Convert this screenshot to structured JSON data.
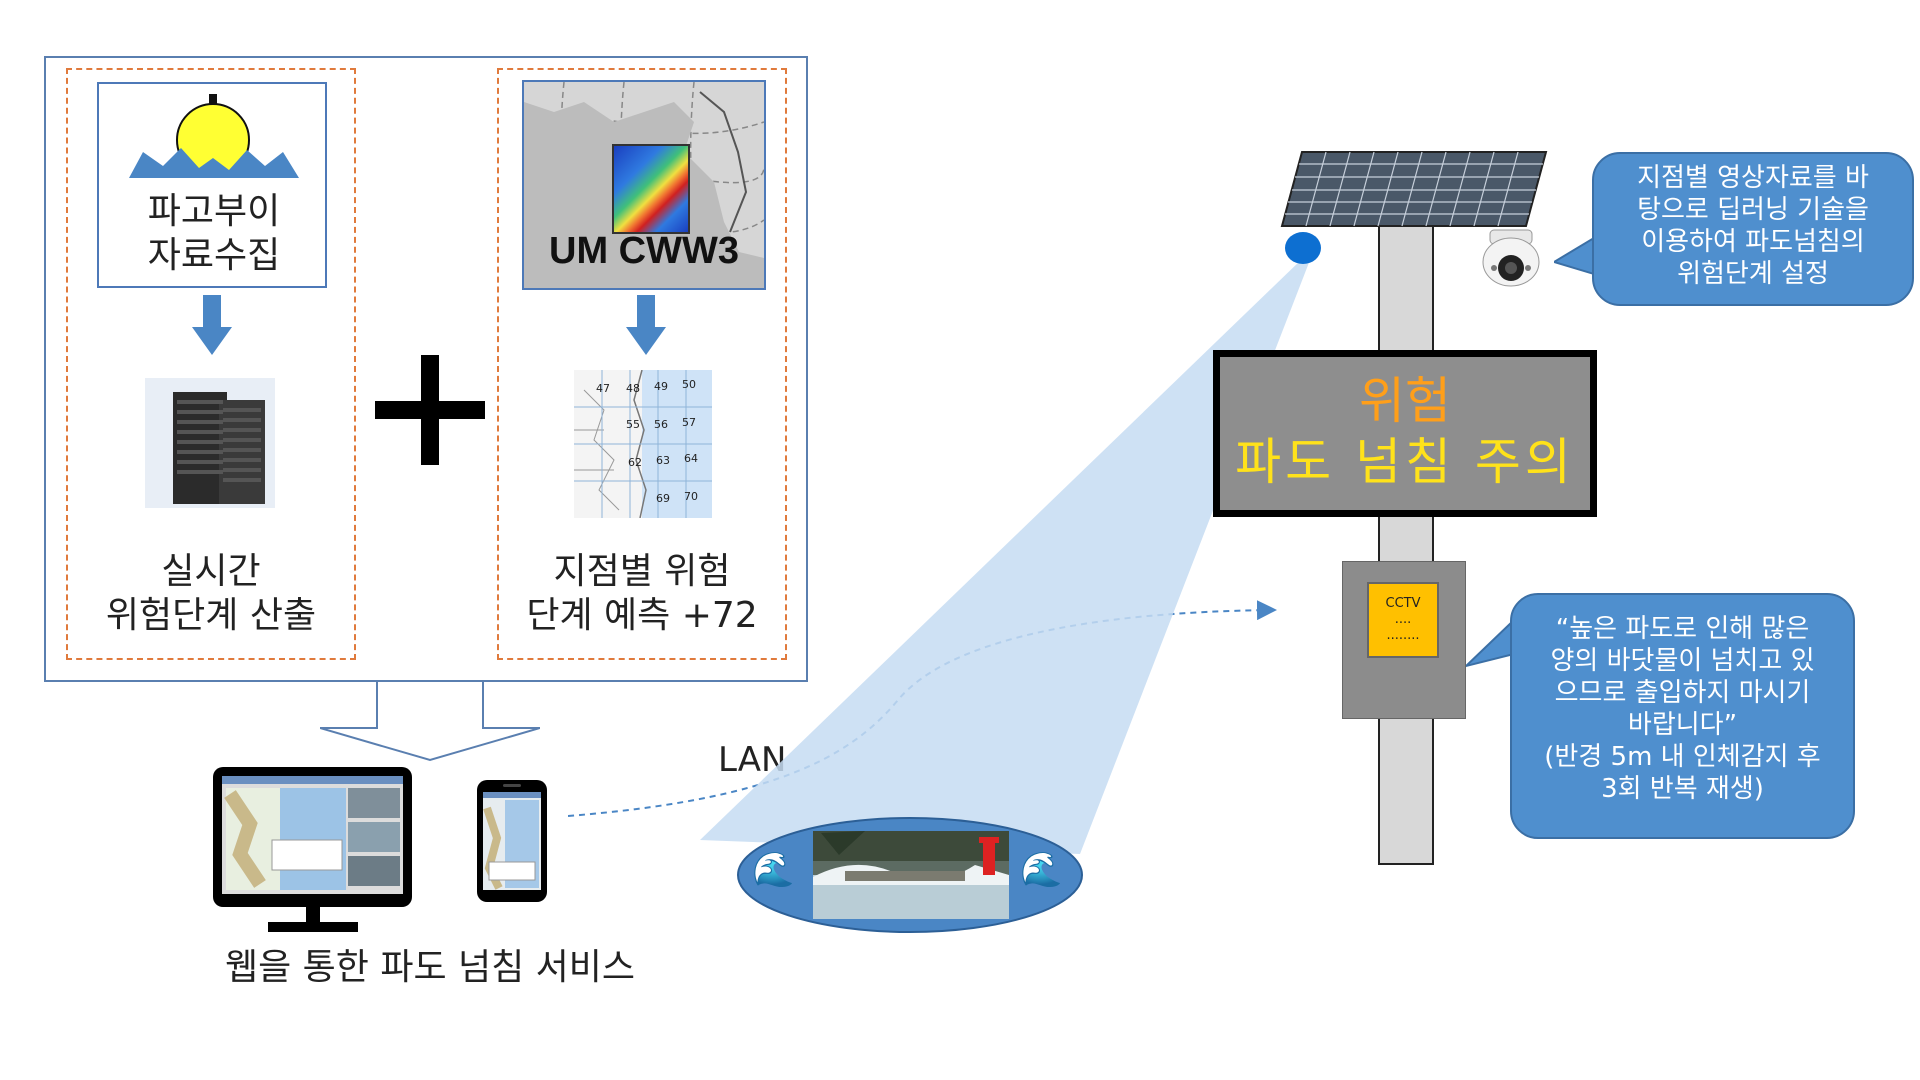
{
  "left_panel": {
    "buoy": {
      "line1": "파고부이",
      "line2": "자료수집"
    },
    "realtime": {
      "line1": "실시간",
      "line2": "위험단계 산출"
    },
    "model": {
      "title": "UM CWW3"
    },
    "grid_numbers": [
      "47",
      "48",
      "49",
      "50",
      "55",
      "56",
      "57",
      "62",
      "63",
      "64",
      "69",
      "70"
    ],
    "forecast": {
      "line1": "지점별 위험",
      "line2": "단계 예측 +72"
    }
  },
  "service": {
    "label": "웹을 통한 파도 넘침 서비스"
  },
  "lan": {
    "label": "LAN"
  },
  "sign": {
    "line1": "위험",
    "line2": "파도 넘침 주의"
  },
  "cctv": {
    "line1": "CCTV",
    "line2": "....",
    "line3": "........"
  },
  "bubble_top": {
    "lines": [
      "지점별 영상자료를 바",
      "탕으로 딥러닝 기술을",
      "이용하여 파도넘침의",
      "위험단계 설정"
    ]
  },
  "bubble_bottom": {
    "lines": [
      "“높은 파도로 인해 많은",
      "양의 바닷물이 넘치고 있",
      "으므로 출입하지 마시기",
      "바랍니다”",
      "(반경 5m 내 인체감지 후",
      "3회 반복 재생)"
    ]
  },
  "colors": {
    "arrow": "#4a86c5",
    "dash": "#e07a3c",
    "bubble": "#4f8fce",
    "sign_orange": "#ff9f1a",
    "sign_yellow": "#ffe21a"
  }
}
